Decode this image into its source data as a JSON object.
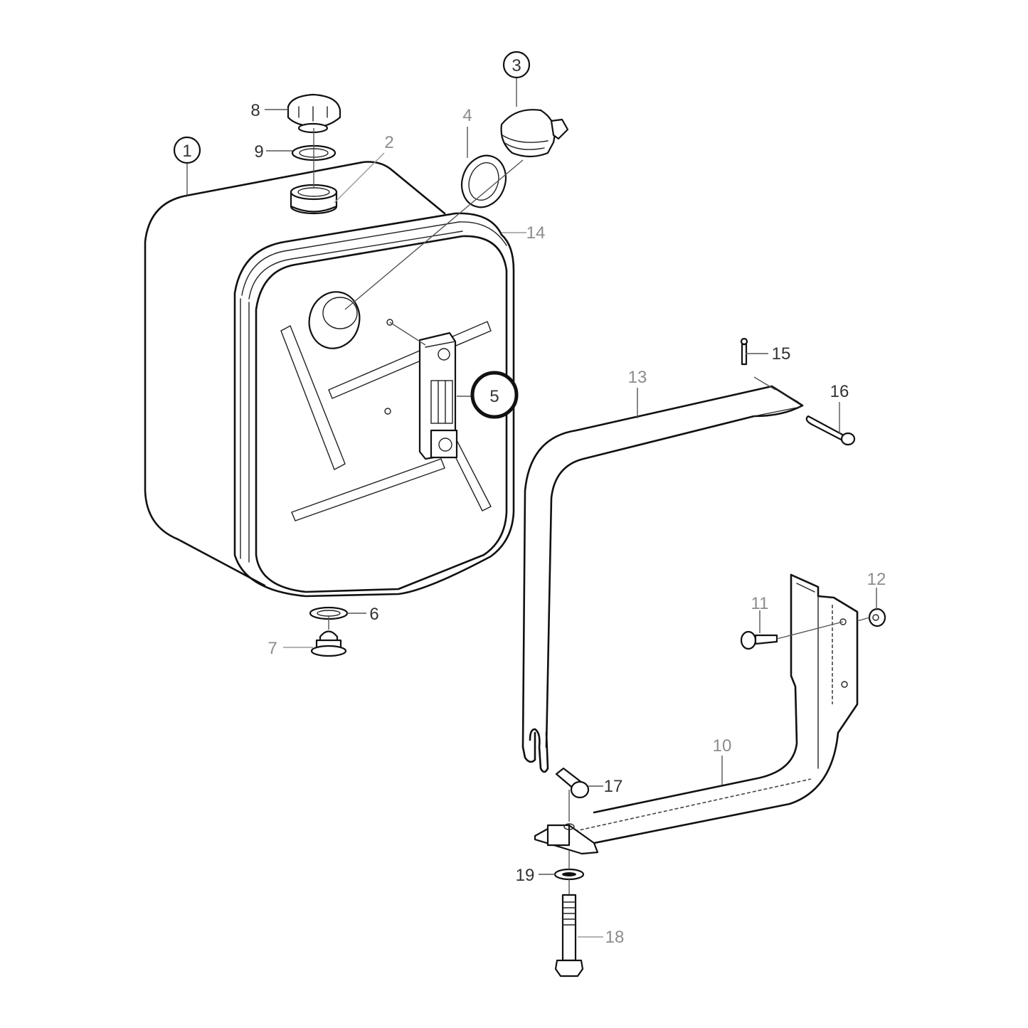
{
  "diagram": {
    "title": "Fuel tank assembly exploded view",
    "highlight_color": "#1e6b2a",
    "highlight_fill": "#eef3ee",
    "highlighted_callout": "5",
    "callouts": [
      {
        "id": "1",
        "label": "1",
        "circled": true,
        "part": "tank"
      },
      {
        "id": "2",
        "label": "2",
        "circled": false,
        "part": "filler-neck"
      },
      {
        "id": "3",
        "label": "3",
        "circled": true,
        "part": "cap-fitting"
      },
      {
        "id": "4",
        "label": "4",
        "circled": false,
        "part": "sealing-ring"
      },
      {
        "id": "5",
        "label": "5",
        "circled": true,
        "part": "level-gauge",
        "highlighted": true
      },
      {
        "id": "6",
        "label": "6",
        "circled": false,
        "part": "drain-washer"
      },
      {
        "id": "7",
        "label": "7",
        "circled": false,
        "part": "drain-plug"
      },
      {
        "id": "8",
        "label": "8",
        "circled": false,
        "part": "filler-cap"
      },
      {
        "id": "9",
        "label": "9",
        "circled": false,
        "part": "gasket"
      },
      {
        "id": "10",
        "label": "10",
        "circled": false,
        "part": "bracket"
      },
      {
        "id": "11",
        "label": "11",
        "circled": false,
        "part": "screw"
      },
      {
        "id": "12",
        "label": "12",
        "circled": false,
        "part": "nut"
      },
      {
        "id": "13",
        "label": "13",
        "circled": false,
        "part": "strap"
      },
      {
        "id": "14",
        "label": "14",
        "circled": false,
        "part": "tank-seam"
      },
      {
        "id": "15",
        "label": "15",
        "circled": false,
        "part": "split-pin"
      },
      {
        "id": "16",
        "label": "16",
        "circled": false,
        "part": "pin"
      },
      {
        "id": "17",
        "label": "17",
        "circled": false,
        "part": "clevis-pin"
      },
      {
        "id": "18",
        "label": "18",
        "circled": false,
        "part": "bolt"
      },
      {
        "id": "19",
        "label": "19",
        "circled": false,
        "part": "washer"
      }
    ]
  }
}
